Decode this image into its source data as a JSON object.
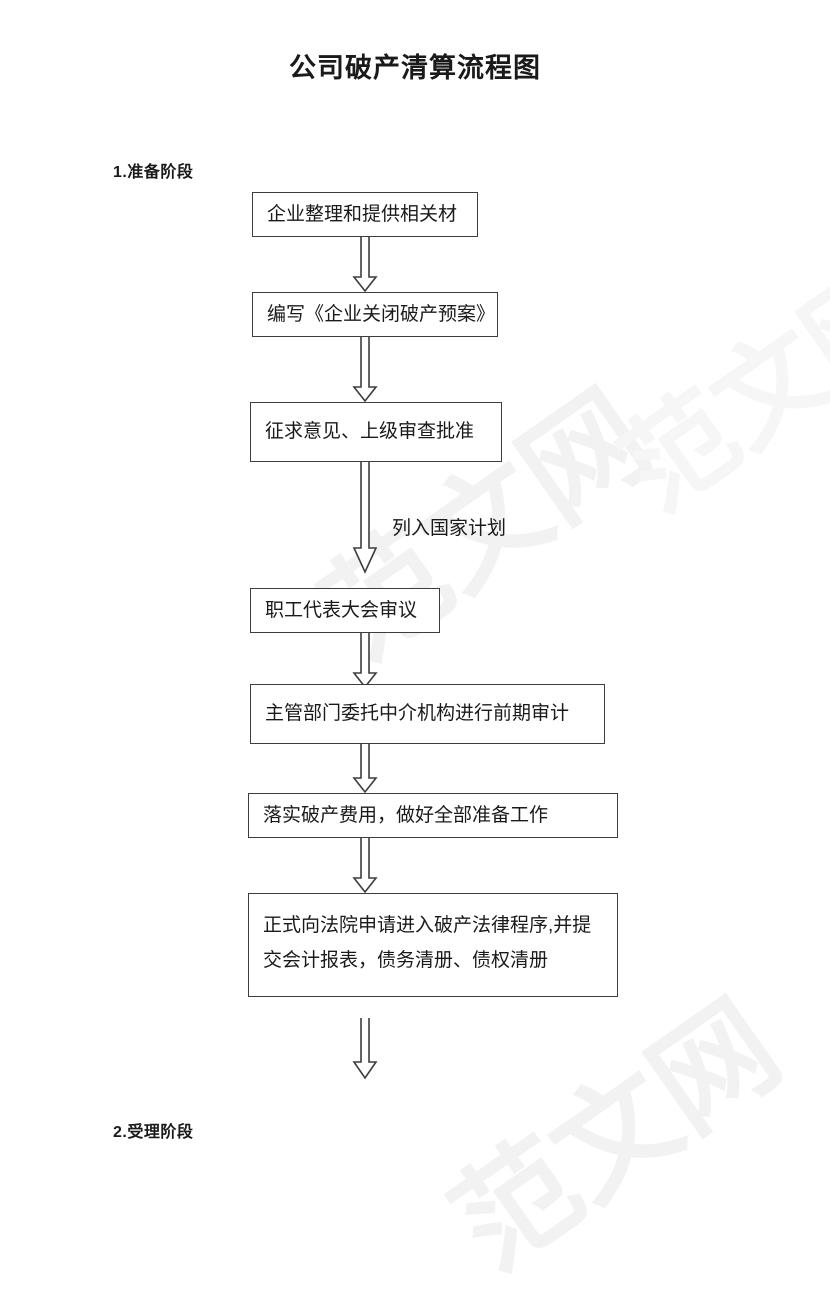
{
  "document": {
    "title": "公司破产清算流程图"
  },
  "watermark": {
    "text_a": "范文网",
    "text_b": "范文网",
    "text_c": "范文网"
  },
  "sections": [
    {
      "id": "section-1",
      "label": "1.准备阶段"
    },
    {
      "id": "section-2",
      "label": "2.受理阶段"
    }
  ],
  "flow": {
    "nodes": [
      {
        "id": "node-1",
        "label": "企业整理和提供相关材"
      },
      {
        "id": "node-2",
        "label": "编写《企业关闭破产预案》"
      },
      {
        "id": "node-3",
        "label": "征求意见、上级审查批准"
      },
      {
        "id": "node-4",
        "label": "职工代表大会审议"
      },
      {
        "id": "node-5",
        "label": "主管部门委托中介机构进行前期审计"
      },
      {
        "id": "node-6",
        "label": "落实破产费用，做好全部准备工作"
      },
      {
        "id": "node-7",
        "label": "正式向法院申请进入破产法律程序,并提\n交会计报表，债务清册、债权清册"
      }
    ],
    "annotations": [
      {
        "id": "annotation-1",
        "label": "列入国家计划"
      }
    ]
  },
  "style": {
    "box_border_color": "#3d3d3d",
    "arrow_stroke_color": "#3d3d3d",
    "text_color": "#1a1a1a",
    "page_background": "#ffffff"
  }
}
